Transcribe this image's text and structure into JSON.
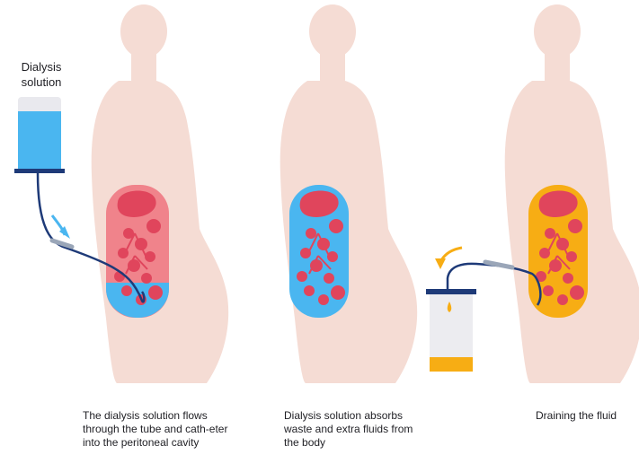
{
  "bag_label": "Dialysis solution",
  "steps": [
    {
      "caption": "The dialysis solution flows through the tube and cath-eter into the peritoneal cavity"
    },
    {
      "caption": "Dialysis solution absorbs waste and extra fluids from the body"
    },
    {
      "caption": "Draining the fluid"
    }
  ],
  "colors": {
    "body_skin": "#f5dcd4",
    "cavity_red": "#f0838b",
    "organ_red": "#e0455c",
    "solution_blue": "#4ab6f0",
    "drain_orange": "#f7ad14",
    "tube_navy": "#1e3a78",
    "arrow_blue": "#4ab6f0",
    "arrow_orange": "#f7ad14"
  }
}
